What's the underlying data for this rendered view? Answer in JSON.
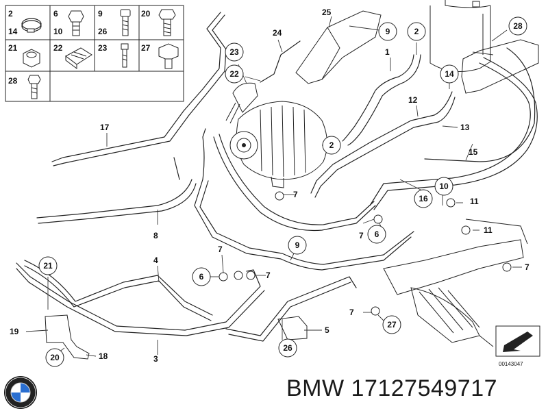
{
  "grid": {
    "cells": [
      {
        "labels": [
          "2",
          "14"
        ]
      },
      {
        "labels": [
          "6",
          "10"
        ]
      },
      {
        "labels": [
          "9",
          "26"
        ]
      },
      {
        "labels": [
          "20"
        ]
      },
      {
        "labels": [
          "21"
        ]
      },
      {
        "labels": [
          "22"
        ]
      },
      {
        "labels": [
          "23"
        ]
      },
      {
        "labels": [
          "27"
        ]
      },
      {
        "labels": [
          "28"
        ]
      }
    ]
  },
  "callouts": {
    "circled": [
      "25",
      "9",
      "2",
      "28",
      "23",
      "24",
      "22",
      "14",
      "2",
      "10",
      "16",
      "6",
      "9",
      "21",
      "6",
      "20",
      "26",
      "27"
    ],
    "plain": [
      "1",
      "12",
      "13",
      "15",
      "17",
      "7",
      "11",
      "11",
      "8",
      "4",
      "7",
      "7",
      "7",
      "5",
      "3",
      "18",
      "19",
      "7",
      "7"
    ]
  },
  "doc_id": "00143047",
  "caption": "BMW 17127549717",
  "logo": {
    "icon": "bmw-roundel-icon",
    "colors": {
      "blue": "#2a6fd1",
      "black": "#111111",
      "white": "#ffffff"
    }
  }
}
